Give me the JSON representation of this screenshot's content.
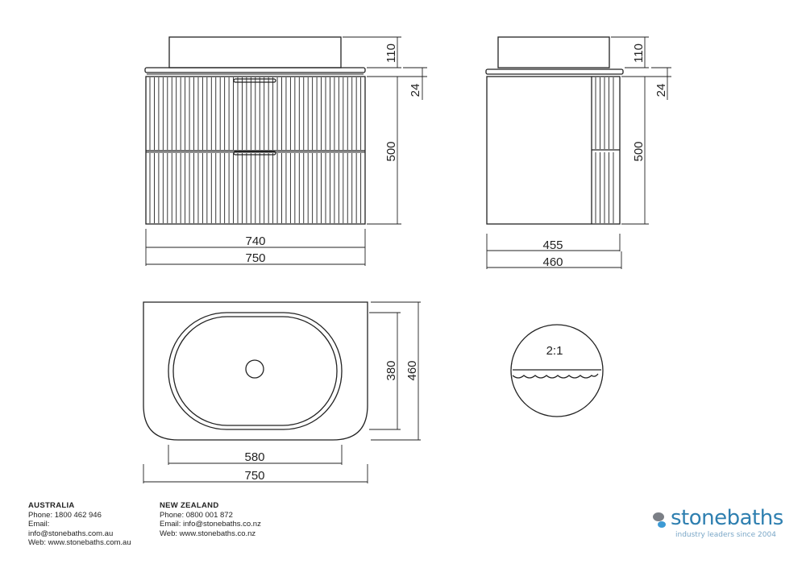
{
  "dimensions": {
    "front_basin_height": "110",
    "front_top_thickness": "24",
    "front_cabinet_height": "500",
    "front_inner_width": "740",
    "front_overall_width": "750",
    "side_basin_height": "110",
    "side_top_thickness": "24",
    "side_cabinet_height": "500",
    "side_inner_depth": "455",
    "side_overall_depth": "460",
    "plan_basin_depth": "380",
    "plan_overall_depth": "460",
    "plan_basin_width": "580",
    "plan_overall_width": "750"
  },
  "detail": {
    "scale": "2:1"
  },
  "contacts": {
    "australia": {
      "region": "AUSTRALIA",
      "phone": "Phone: 1800 462 946",
      "email_label": "Email:",
      "email": "info@stonebaths.com.au",
      "web": "Web: www.stonebaths.com.au"
    },
    "new_zealand": {
      "region": "NEW ZEALAND",
      "phone": "Phone: 0800 001 872",
      "email": "Email: info@stonebaths.co.nz",
      "web": "Web: www.stonebaths.co.nz"
    }
  },
  "brand": {
    "name": "stonebaths",
    "tagline": "industry leaders since 2004",
    "color": "#2e7fb0"
  }
}
